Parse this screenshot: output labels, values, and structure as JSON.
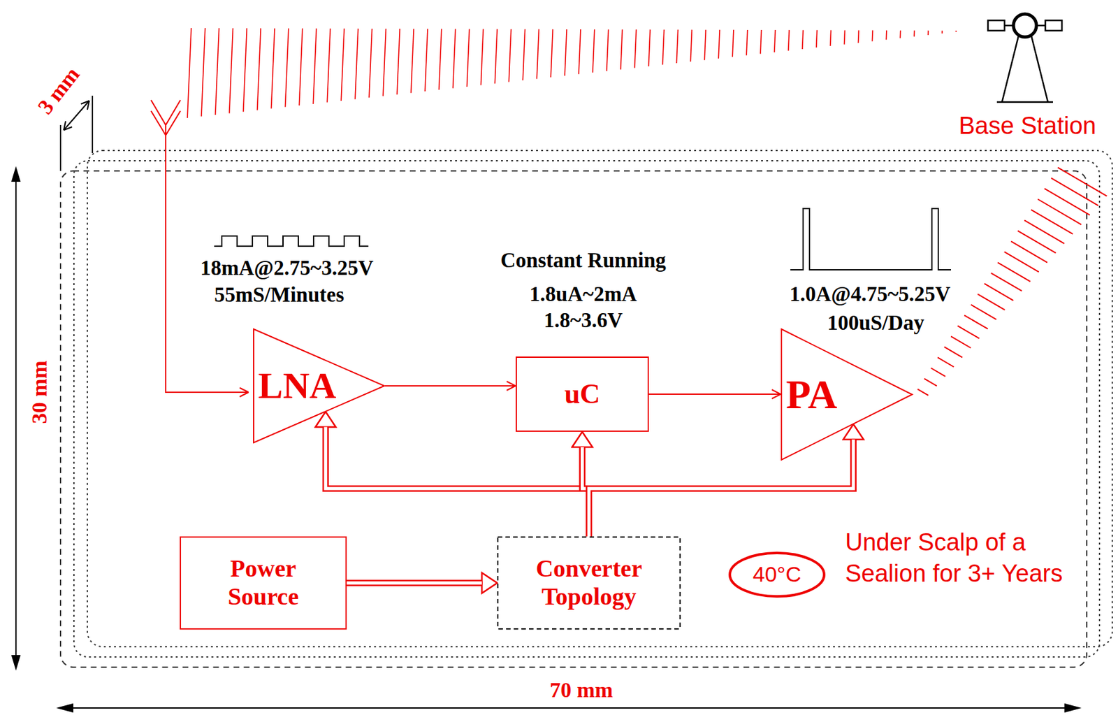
{
  "diagram": {
    "nodes": [
      {
        "text": [
          "LNA"
        ]
      },
      {
        "text": [
          "uC"
        ]
      },
      {
        "text": [
          "PA"
        ]
      },
      {
        "text": [
          "Power Source"
        ]
      },
      {
        "text": [
          "Converter Topology"
        ]
      },
      {
        "text": [
          "40°C"
        ]
      }
    ],
    "edges": [
      {
        "from": 0,
        "to": 1,
        "arrow": "to"
      },
      {
        "from": 1,
        "to": 2,
        "arrow": "to"
      },
      {
        "from": 3,
        "to": 4,
        "arrow": "to"
      },
      {
        "from": 4,
        "to": 0,
        "arrow": "to"
      },
      {
        "from": 4,
        "to": 1,
        "arrow": "to"
      },
      {
        "from": 4,
        "to": 2,
        "arrow": "to"
      }
    ],
    "labels": [
      "3 mm",
      "30 mm",
      "70 mm",
      "Base Station",
      "18mA@2.75~3.25V",
      "55mS/Minutes",
      "Constant Running",
      "1.8uA~2mA",
      "1.8~3.6V",
      "1.0A@4.75~5.25V",
      "100uS/Day",
      "Under Scalp of a Sealion for 3+ Years"
    ]
  }
}
